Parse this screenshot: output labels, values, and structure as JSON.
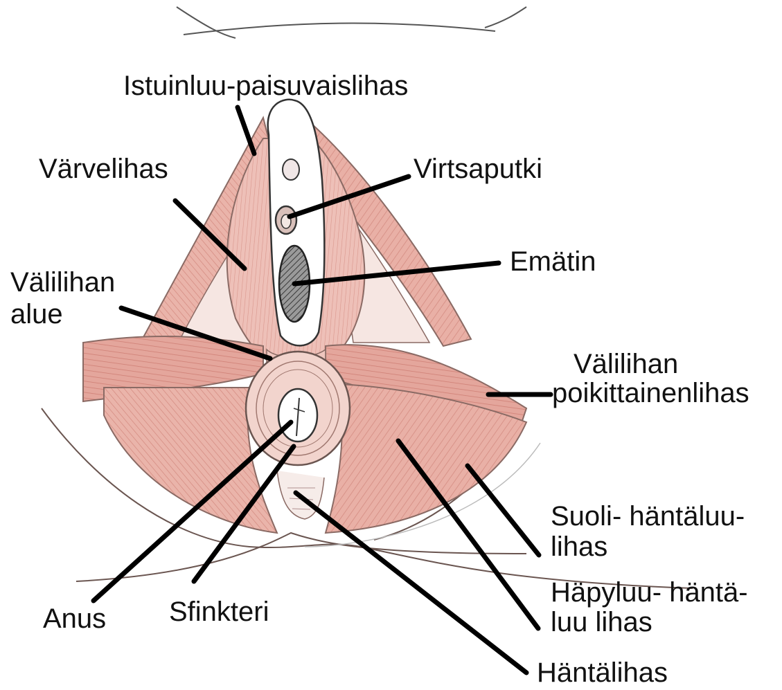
{
  "labels": {
    "ischiocavernosus": "Istuinluu-paisuvaislihas",
    "urethral_sphincter": "Värvelihas",
    "urethra": "Virtsaputki",
    "vagina": "Emätin",
    "perineal_body_1": "Välilihan",
    "perineal_body_2": "alue",
    "transverse_perineal_1": "Välilihan",
    "transverse_perineal_2": "poikittainenlihas",
    "iliococcygeus_1": "Suoli- häntäluu-",
    "iliococcygeus_2": "lihas",
    "pubococcygeus_1": "Häpyluu- häntä-",
    "pubococcygeus_2": "luu lihas",
    "anus": "Anus",
    "sphincter": "Sfinkteri",
    "coccygeus": "Häntälihas"
  },
  "colors": {
    "muscle": "#e7aba0",
    "muscle_dark": "#d88a80",
    "muscle_light": "#f3cfc8",
    "outline": "#6a5550",
    "leader": "#000000",
    "text": "#111111"
  }
}
